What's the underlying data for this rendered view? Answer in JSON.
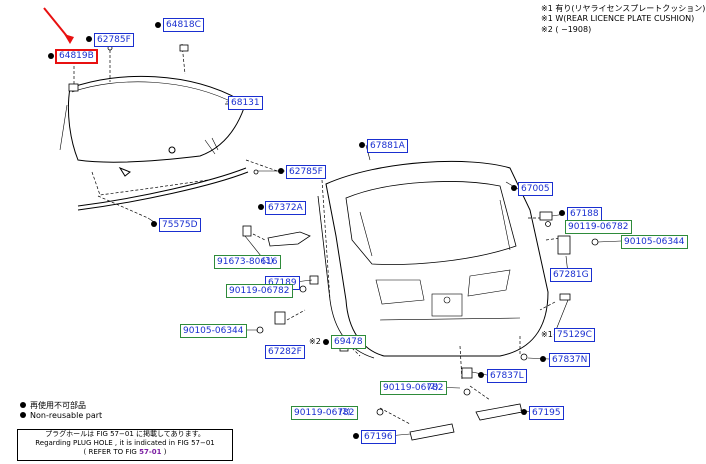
{
  "notes": {
    "line1": "※1 有り(リヤライセンスプレートクッション)",
    "line2": "※1 W(REAR LICENCE PLATE CUSHION)",
    "line3": "※2 (      −1908)"
  },
  "parts": {
    "p64819b": "64819B",
    "p62785f_top": "62785F",
    "p64818c": "64818C",
    "p68131": "68131",
    "p62785f_mid": "62785F",
    "p75575d": "75575D",
    "p67881a": "67881A",
    "p67005": "67005",
    "p67372a": "67372A",
    "p67188": "67188",
    "p90119_06782_a": "90119-06782",
    "p90105_06344_a": "90105-06344",
    "p91673_80616": "91673-80616",
    "qty_91673": "(3)",
    "p67189": "67189",
    "p67281g": "67281G",
    "p90119_06782_b": "90119-06782",
    "p90105_06344_b": "90105-06344",
    "p69478": "69478",
    "p75129c": "75129C",
    "p67282f": "67282F",
    "p67837n": "67837N",
    "p90119_06782_c": "90119-06782",
    "qty_c": "(2)",
    "p67837l": "67837L",
    "p90119_06782_d": "90119-06782",
    "qty_d": "(2)",
    "p67195": "67195",
    "p67196": "67196",
    "mark_69478": "※2",
    "mark_75129c": "※1"
  },
  "legend": {
    "non_reusable_jp": "再使用不可部品",
    "non_reusable_en": "Non-reusable part"
  },
  "footnote": {
    "jp": "プラグホールは FIG 57−01 に掲載してあります。",
    "en": "Regarding PLUG HOLE , it is indicated in FIG 57−01",
    "refer_prefix": "( REFER TO FIG ",
    "refer_fig": "57-01",
    "refer_suffix": " )"
  },
  "colors": {
    "label_blue": "#1a2fd0",
    "label_green_border": "#2e8b3a",
    "highlight_red": "#e81010"
  }
}
